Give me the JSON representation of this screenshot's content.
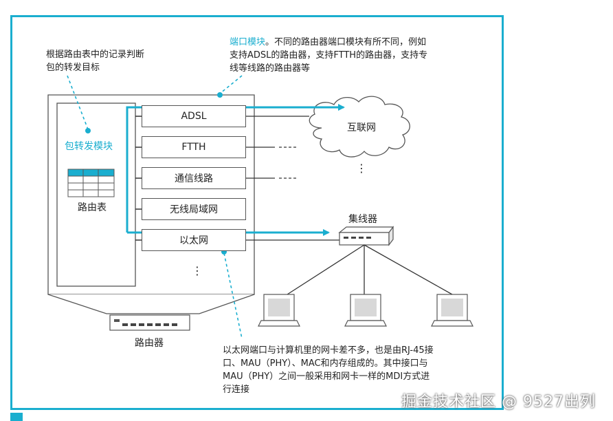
{
  "top_left_note": [
    "根据路由表中的记录判断",
    "包的转发目标"
  ],
  "port_module_note": {
    "highlight": "端口模块",
    "lines": [
      "。不同的路由器端口模块有所不同，例如",
      "支持ADSL的路由器，支持FTTH的路由器，支持专",
      "线等线路的路由器等"
    ]
  },
  "forwarding_module_label": "包转发模块",
  "routing_table_label": "路由表",
  "ports": [
    "ADSL",
    "FTTH",
    "通信线路",
    "无线局域网",
    "以太网"
  ],
  "ports_more": "⋮",
  "internet_label": "互联网",
  "internet_more": "⋮",
  "hub_label": "集线器",
  "router_label": "路由器",
  "ethernet_note": [
    "以太网端口与计算机里的网卡差不多，也是由RJ-45接",
    "口、MAU（PHY）、MAC和内存组成的。其中接口与",
    "MAU（PHY）之间一般采用和网卡一样的MDI方式进",
    "行连接"
  ],
  "watermark": "掘金技术社区 @ 9527出列",
  "colors": {
    "accent": "#1aaecf",
    "line": "#555555"
  }
}
